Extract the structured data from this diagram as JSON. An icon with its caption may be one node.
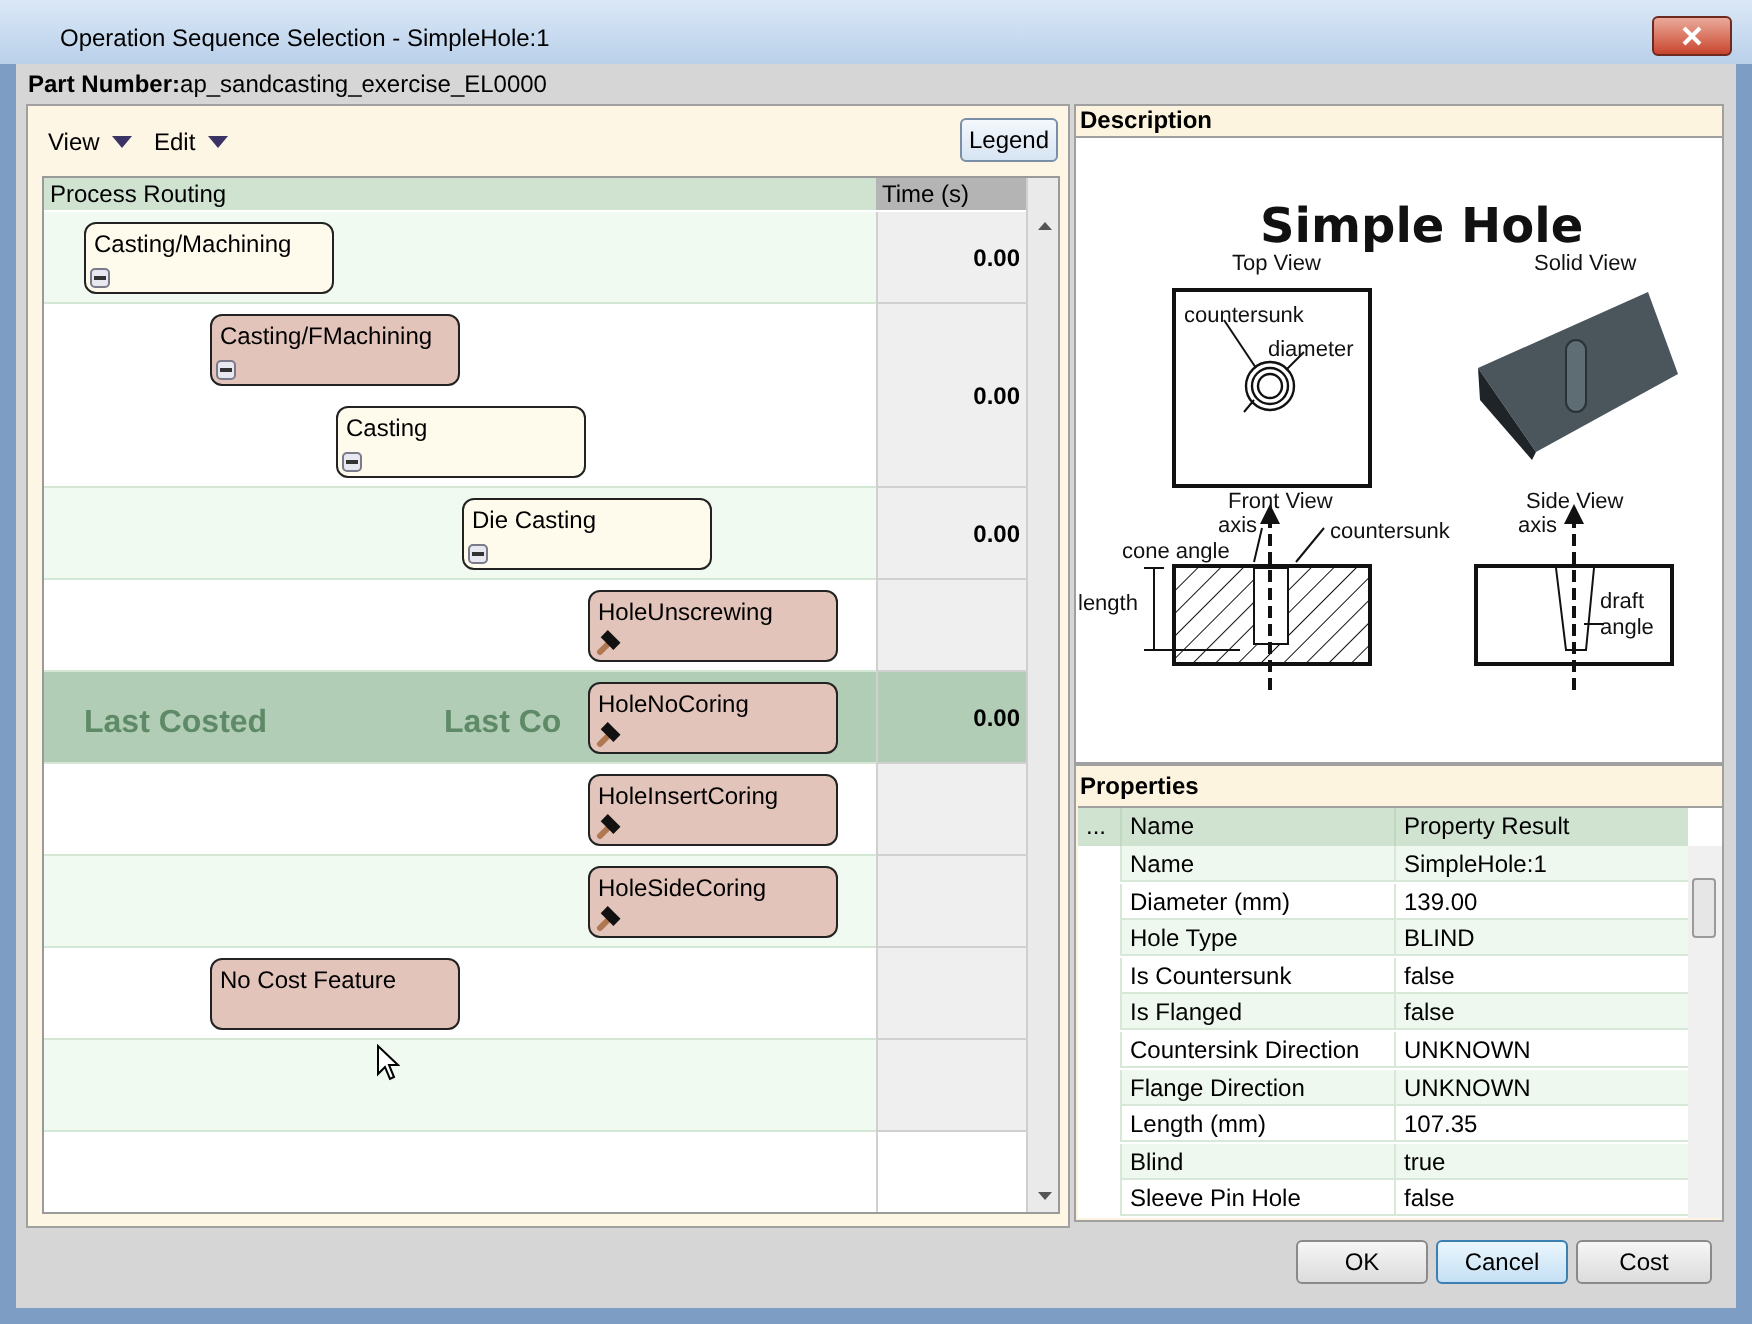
{
  "diagram": {
    "title": "Operation Sequence Selection - SimpleHole:1",
    "nodes": [
      {
        "text": [
          "Casting/Machining"
        ]
      },
      {
        "text": [
          "Casting/FMachining"
        ]
      },
      {
        "text": [
          "Casting"
        ]
      },
      {
        "text": [
          "Die Casting"
        ]
      },
      {
        "text": [
          "HoleUnscrewing"
        ]
      },
      {
        "text": [
          "HoleNoCoring"
        ]
      },
      {
        "text": [
          "HoleInsertCoring"
        ]
      },
      {
        "text": [
          "HoleSideCoring"
        ]
      },
      {
        "text": [
          "No Cost Feature"
        ]
      }
    ],
    "edges": [],
    "labels": [
      "**Part Number:**ap_sandcasting_exercise_EL0000",
      "View",
      "Edit",
      "Legend",
      "Process Routing",
      "Time (s)",
      "0.00",
      "0.00",
      "0.00",
      "Last Costed",
      "Last Co",
      "0.00",
      "Description",
      "Simple Hole",
      "Top View",
      "Solid View",
      "countersunk",
      "diameter",
      "Front View",
      "axis",
      "countersunk",
      "Side View",
      "axis",
      "cone angle",
      "length",
      "draft angle",
      "Properties",
      "...",
      "Name",
      "Property Result",
      "Name",
      "SimpleHole:1",
      "Diameter (mm)",
      "139.00",
      "Hole Type",
      "BLIND",
      "Is Countersunk",
      "false",
      "Is Flanged",
      "false",
      "Countersink Direction",
      "UNKNOWN",
      "Flange Direction",
      "UNKNOWN",
      "Length (mm)",
      "107.35",
      "Blind",
      "true",
      "Sleeve Pin Hole",
      "false",
      "OK",
      "Cancel",
      "Cost"
    ]
  }
}
